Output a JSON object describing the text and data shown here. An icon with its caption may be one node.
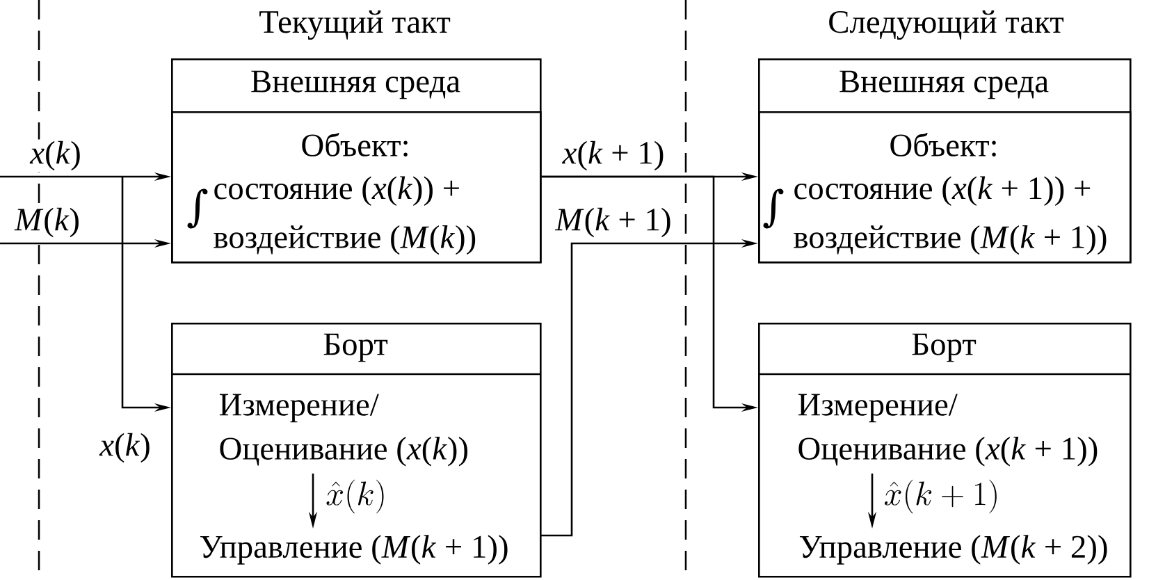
{
  "diagram": {
    "nodes": [
      {
        "text": [
          "Внешняя среда"
        ]
      },
      {
        "text": [
          "Объект:",
          "состояние (*x*(*k*)) + воздействие (*M*(*k*))"
        ],
        "in": 0
      },
      {
        "text": [
          "Борт"
        ]
      },
      {
        "text": [
          "Измерение/ Оценивание (*x*(*k*))"
        ],
        "in": 2
      },
      {
        "text": [
          "Управление (*M*(*k* + 1))"
        ],
        "in": 2
      },
      {
        "text": [
          "Внешняя среда"
        ]
      },
      {
        "text": [
          "Объект:",
          "состояние (*x*(*k* + 1)) + воздействие (*M*(*k* + 1))"
        ],
        "in": 5
      },
      {
        "text": [
          "Борт"
        ]
      },
      {
        "text": [
          "Измерение/ Оценивание (*x*(*k* + 1))"
        ],
        "in": 7
      },
      {
        "text": [
          "Управление (*M*(*k* + 2))"
        ],
        "in": 7
      }
    ],
    "edges": [
      {
        "from": null,
        "to": 1,
        "arrow": "to",
        "label": "*x*(*k*)"
      },
      {
        "from": null,
        "to": 1,
        "arrow": "to",
        "label": "*M*(*k*)"
      },
      {
        "from": null,
        "to": 3,
        "arrow": "to",
        "label": "*x*(*k*)"
      },
      {
        "from": 1,
        "to": 6,
        "arrow": "to",
        "label": "*x*(*k* + 1)"
      },
      {
        "from": 1,
        "to": 8,
        "arrow": "to"
      },
      {
        "from": 4,
        "to": 6,
        "arrow": "to",
        "label": "*M*(*k* + 1)"
      },
      {
        "from": 3,
        "to": 4,
        "arrow": "to",
        "label": "\\hat{x}(k)"
      },
      {
        "from": 8,
        "to": 9,
        "arrow": "to",
        "label": "\\hat{x}(k+1)"
      }
    ],
    "labels": [
      "Текущий такт",
      "Следующий такт",
      "∫",
      "∫"
    ]
  }
}
